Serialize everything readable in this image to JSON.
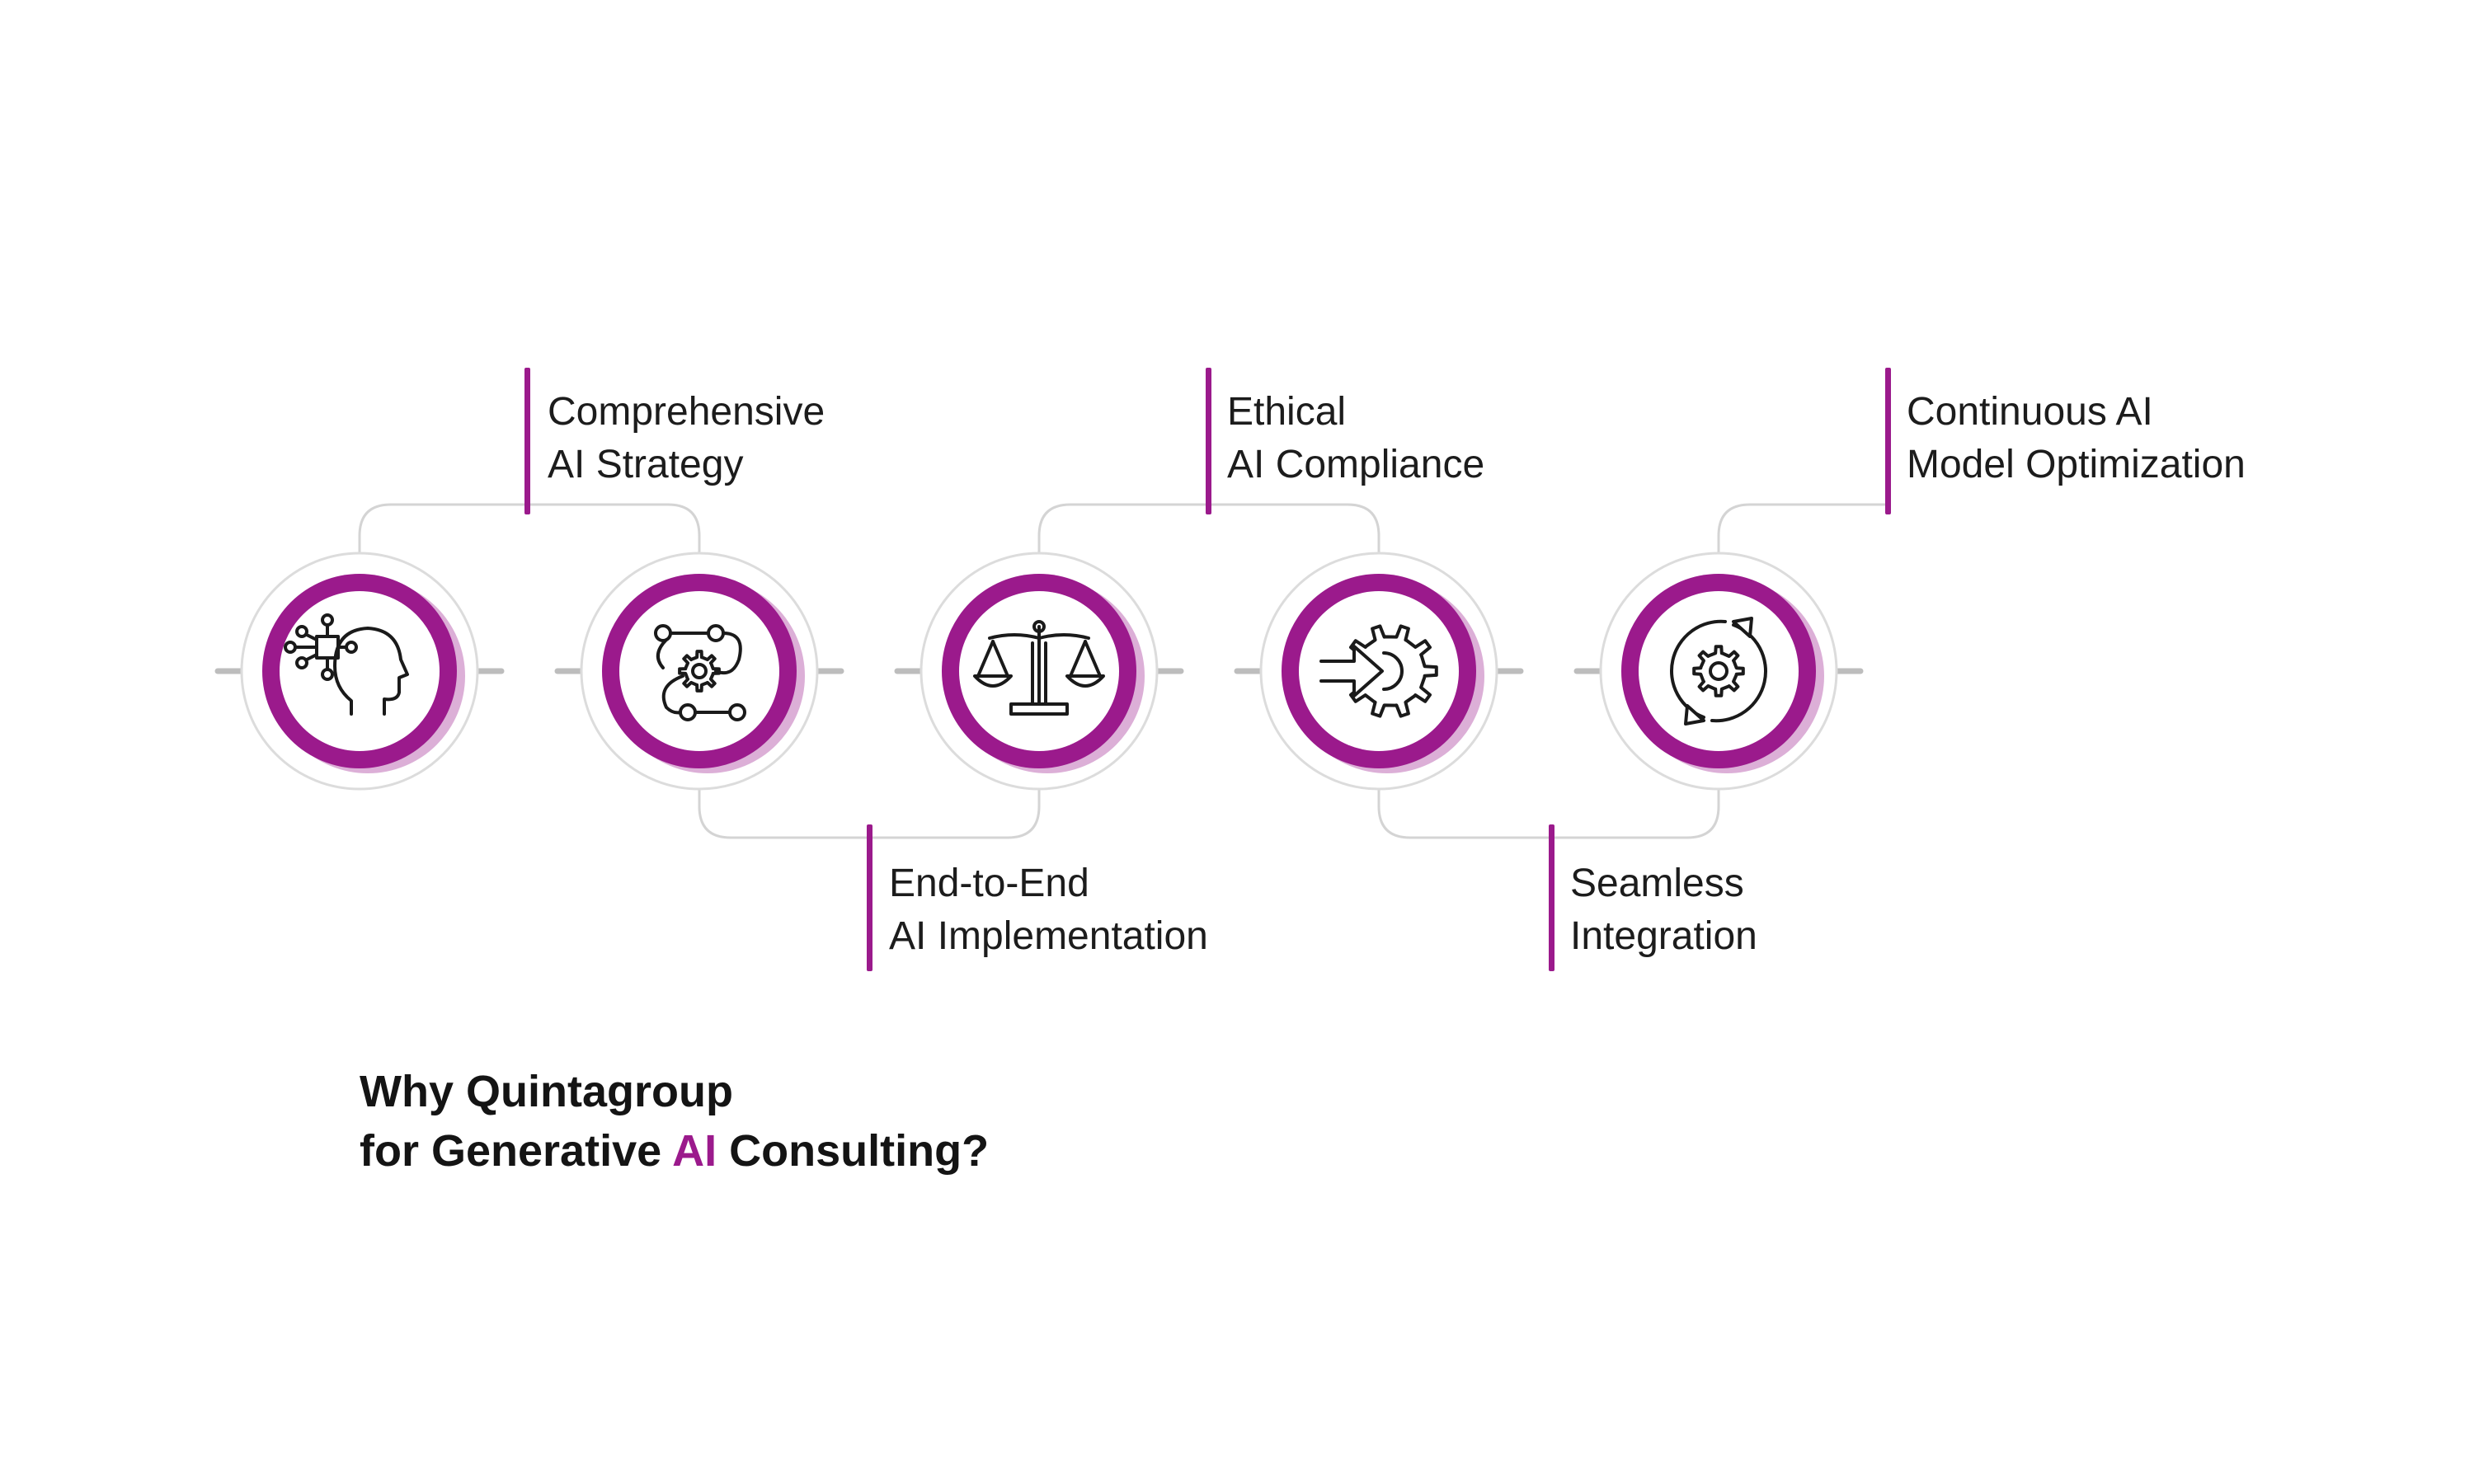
{
  "colors": {
    "accent": "#9b1a8c",
    "connector": "#d4d4d4",
    "outer_ring": "#dcdcdc",
    "dash": "#bdbdbd",
    "text": "#1c1c1c"
  },
  "steps": [
    {
      "icon": "ai-brain-icon",
      "line1": "Comprehensive",
      "line2": "AI Strategy"
    },
    {
      "icon": "workflow-gear-icon",
      "line1": "End-to-End",
      "line2": "AI Implementation"
    },
    {
      "icon": "balance-scale-icon",
      "line1": "Ethical",
      "line2": "AI Compliance"
    },
    {
      "icon": "gear-arrow-icon",
      "line1": "Seamless",
      "line2": "Integration"
    },
    {
      "icon": "cycle-gear-icon",
      "line1": "Continuous AI",
      "line2": "Model Optimization"
    }
  ],
  "title": {
    "line1": "Why Quintagroup",
    "line2_before": "for Generative ",
    "line2_accent": "AI",
    "line2_after": " Consulting?"
  }
}
